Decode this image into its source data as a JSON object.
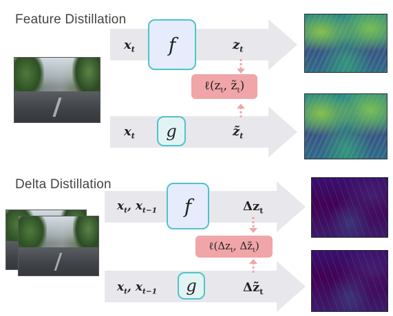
{
  "feature_section": {
    "title": "Feature Distillation",
    "teacher": {
      "input": "x_t",
      "model": "f",
      "output": "z_t"
    },
    "student": {
      "input": "x_t",
      "model": "g",
      "output": "z̃_t"
    },
    "loss": "ℓ(z_t, z̃_t)"
  },
  "delta_section": {
    "title": "Delta Distillation",
    "teacher": {
      "input": "x_t, x_{t−1}",
      "model": "f",
      "output": "Δz_t"
    },
    "student": {
      "input": "x_t, x_{t−1}",
      "model": "g",
      "output": "Δz̃_t"
    },
    "loss": "ℓ(Δz_t, Δz̃_t)"
  },
  "colors": {
    "arrow_fill": "#e8e8ec",
    "model_border": "#4fc3c8",
    "teacher_fill": "#e6ecfb",
    "student_fill": "#e2f3f4",
    "loss_fill": "#f0a5a8",
    "loss_link": "#f0a5a8"
  },
  "icons": {
    "input_image": "street-scene-photo",
    "feature_map": "viridis-feature-map",
    "delta_map": "viridis-delta-map"
  }
}
